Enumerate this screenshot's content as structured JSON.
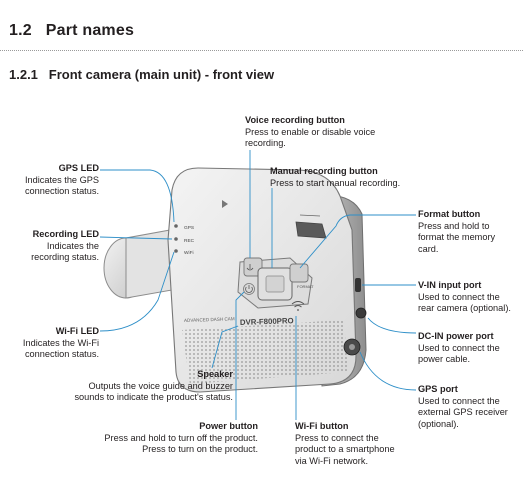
{
  "heading": {
    "number": "1.2",
    "title": "Part names"
  },
  "subheading": {
    "number": "1.2.1",
    "title": "Front camera (main unit) - front view"
  },
  "device": {
    "model": "DVR-F800PRO",
    "brand": "ADVANCED DASH CAM",
    "led_labels": [
      "GPS",
      "REC",
      "WiFi"
    ],
    "format_text": "FORMAT"
  },
  "labels": {
    "voice_recording_button": {
      "title": "Voice recording button",
      "lines": [
        "Press to enable or disable voice",
        "recording."
      ]
    },
    "manual_recording_button": {
      "title": "Manual recording button",
      "lines": [
        "Press to start manual recording."
      ]
    },
    "gps_led": {
      "title": "GPS LED",
      "lines": [
        "Indicates the GPS",
        "connection status."
      ]
    },
    "recording_led": {
      "title": "Recording LED",
      "lines": [
        "Indicates the",
        "recording status."
      ]
    },
    "wifi_led": {
      "title": "Wi-Fi LED",
      "lines": [
        "Indicates the Wi-Fi",
        "connection status."
      ]
    },
    "speaker": {
      "title": "Speaker",
      "lines": [
        "Outputs the voice guide and buzzer",
        "sounds to indicate the product's status."
      ]
    },
    "power_button": {
      "title": "Power button",
      "lines": [
        "Press and hold to turn off the product.",
        "Press to turn on the product."
      ]
    },
    "wifi_button": {
      "title": "Wi-Fi button",
      "lines": [
        "Press to connect the",
        "product to a smartphone",
        "via Wi-Fi network."
      ]
    },
    "format_button": {
      "title": "Format button",
      "lines": [
        "Press and hold to",
        "format the memory",
        "card."
      ]
    },
    "vin_input_port": {
      "title": "V-IN input port",
      "lines": [
        "Used to connect the",
        "rear camera (optional)."
      ]
    },
    "dcin_power_port": {
      "title": "DC-IN power port",
      "lines": [
        "Used to connect the",
        "power cable."
      ]
    },
    "gps_port": {
      "title": "GPS port",
      "lines": [
        "Used to connect the",
        "external GPS receiver",
        "(optional)."
      ]
    }
  },
  "colors": {
    "leader": "#2e8fc8",
    "body_light": "#ececec",
    "body_mid": "#cfcfcf",
    "body_dark": "#9d9d9d"
  }
}
